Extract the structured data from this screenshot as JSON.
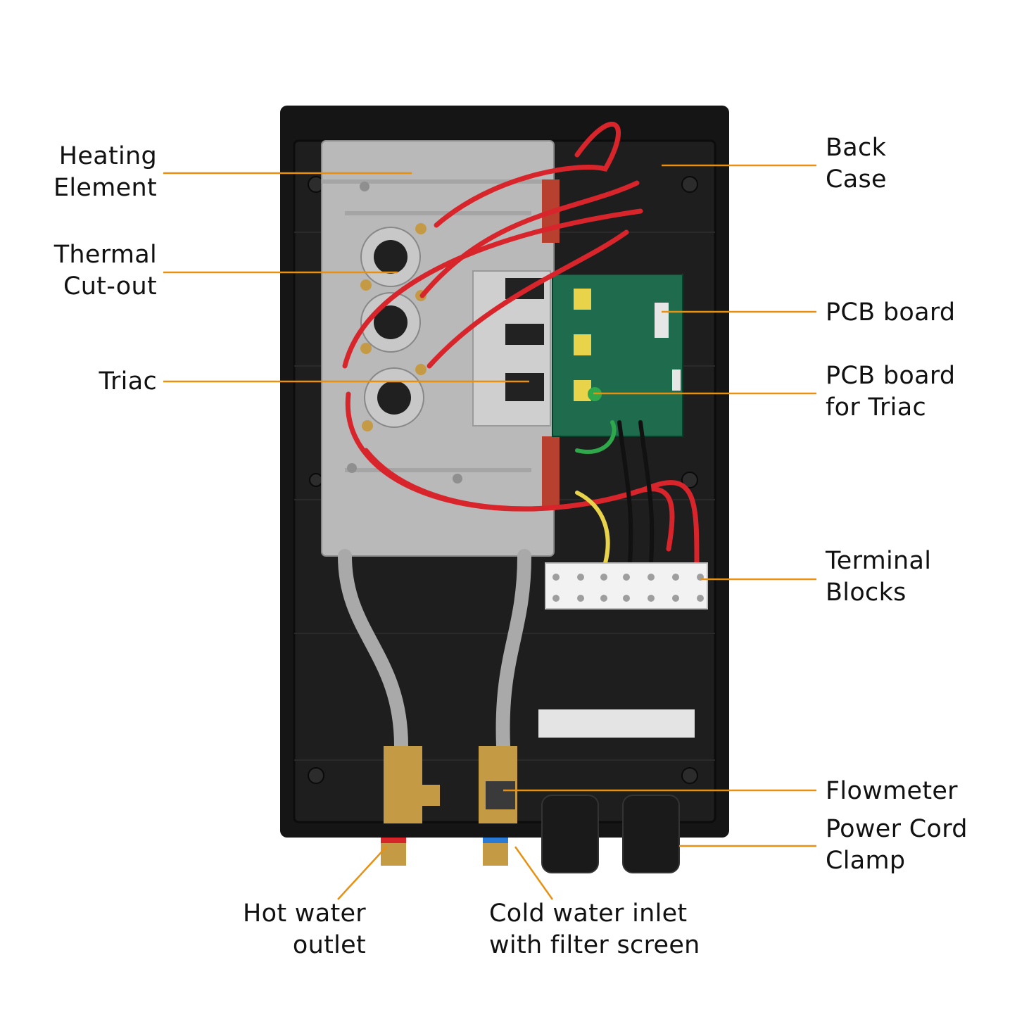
{
  "labels": {
    "heating_element": [
      "Heating",
      "Element"
    ],
    "thermal_cutout": [
      "Thermal",
      "Cut-out"
    ],
    "triac": [
      "Triac"
    ],
    "back_case": [
      "Back",
      "Case"
    ],
    "pcb_board": [
      "PCB board"
    ],
    "pcb_board_triac": [
      "PCB board",
      "for Triac"
    ],
    "terminal_blocks": [
      "Terminal",
      "Blocks"
    ],
    "flowmeter": [
      "Flowmeter"
    ],
    "power_cord_clamp": [
      "Power Cord",
      "Clamp"
    ],
    "hot_water_outlet": [
      "Hot water",
      "outlet"
    ],
    "cold_water_inlet": [
      "Cold water inlet",
      "with filter screen"
    ]
  },
  "colors": {
    "leader_line": "#E8900F",
    "case": "#151515",
    "wire_red": "#D8252B",
    "pcb_green": "#1F6B4E",
    "metal_plate": "#B9B9B9",
    "brass": "#C49A45"
  }
}
